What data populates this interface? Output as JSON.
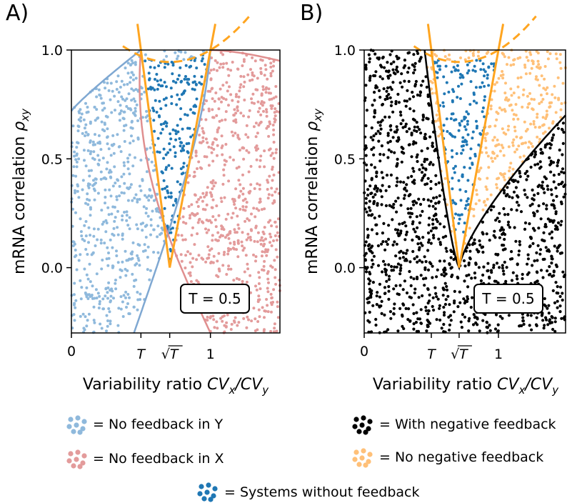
{
  "chart_data": [
    {
      "panel": "A)",
      "type": "scatter",
      "xlabel_text": "Variability ratio ",
      "xlabel_math": "CVx/CVy",
      "ylabel_text": "mRNA correlation ",
      "ylabel_math": "ρxy",
      "xticklabels": [
        "0",
        "T",
        "√T",
        "1"
      ],
      "xticks": [
        0,
        0.5,
        0.7071,
        1.0
      ],
      "yticklabels": [
        "1.0",
        "0.5",
        "0.0"
      ],
      "yticks": [
        1.0,
        0.5,
        0.0
      ],
      "xlim": [
        0,
        1.5
      ],
      "ylim": [
        -0.3,
        1.0
      ],
      "annotation": "T = 0.5",
      "T": 0.5,
      "series": [
        {
          "name": "No feedback in Y",
          "color": "#8fb9dc",
          "region": "left of blue boundary curve"
        },
        {
          "name": "No feedback in X",
          "color": "#e39b9b",
          "region": "inside red boundary curve"
        },
        {
          "name": "Systems without feedback",
          "color": "#1f77b4",
          "region": "between orange lines"
        }
      ],
      "boundary_colors": {
        "blue_curve": "#7fa8d2",
        "red_curve": "#e08f8f",
        "orange": "#ffa520"
      }
    },
    {
      "panel": "B)",
      "type": "scatter",
      "xlabel_text": "Variability ratio ",
      "xlabel_math": "CVx/CVy",
      "ylabel_text": "mRNA correlation ",
      "ylabel_math": "ρxy",
      "xticklabels": [
        "0",
        "T",
        "√T",
        "1"
      ],
      "xticks": [
        0,
        0.5,
        0.7071,
        1.0
      ],
      "yticklabels": [
        "1.0",
        "0.5",
        "0.0"
      ],
      "yticks": [
        1.0,
        0.5,
        0.0
      ],
      "xlim": [
        0,
        1.5
      ],
      "ylim": [
        -0.3,
        1.0
      ],
      "annotation": "T = 0.5",
      "T": 0.5,
      "series": [
        {
          "name": "With negative feedback",
          "color": "#000000",
          "region": "outside black boundary"
        },
        {
          "name": "No negative feedback",
          "color": "#ffc078",
          "region": "inside black boundary"
        },
        {
          "name": "Systems without feedback",
          "color": "#1f77b4",
          "region": "between orange lines"
        }
      ],
      "boundary_colors": {
        "black_curve": "#000000",
        "orange": "#ffa520"
      }
    }
  ],
  "legend": {
    "left": [
      {
        "label": "= No feedback in Y",
        "color": "#8fb9dc"
      },
      {
        "label": "= No feedback in X",
        "color": "#e39b9b"
      }
    ],
    "right": [
      {
        "label": "= With negative feedback",
        "color": "#000000"
      },
      {
        "label": "= No negative feedback",
        "color": "#ffc078"
      }
    ],
    "bottom": {
      "label": "= Systems without feedback",
      "color": "#1f77b4"
    }
  }
}
